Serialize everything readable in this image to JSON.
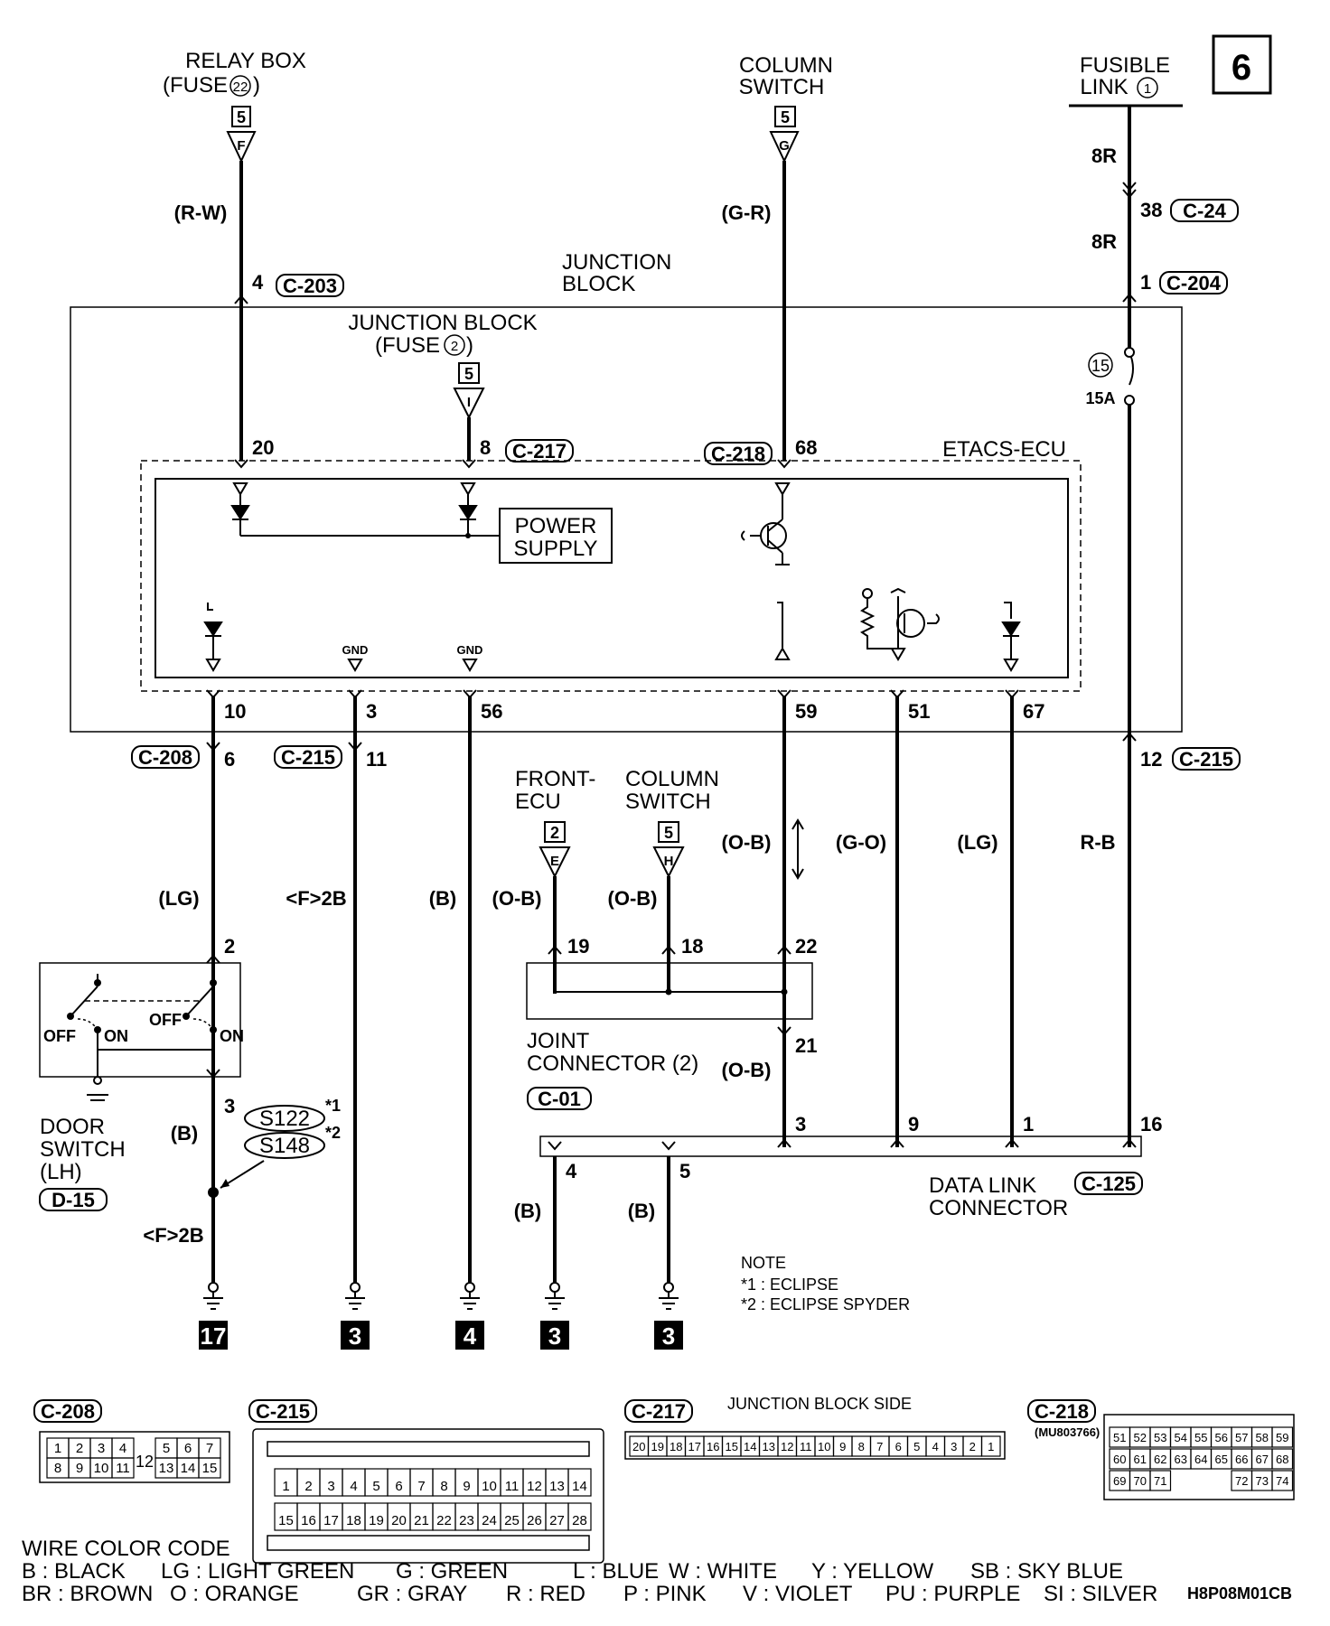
{
  "page_number": "6",
  "diagram_code": "H8P08M01CB",
  "sources": {
    "relay_box": {
      "title": "RELAY BOX",
      "sub": "(FUSE",
      "fuse": "22",
      "sub_end": ")",
      "box": "5",
      "arrow": "F"
    },
    "column_switch_top": {
      "line1": "COLUMN",
      "line2": "SWITCH",
      "box": "5",
      "arrow": "G"
    },
    "fusible_link": {
      "line1": "FUSIBLE",
      "line2": "LINK",
      "num": "1"
    },
    "junction_fuse": {
      "line1": "JUNCTION BLOCK",
      "line2": "(FUSE",
      "fuse": "2",
      "line2_end": ")",
      "box": "5",
      "arrow": "I"
    }
  },
  "wires": {
    "rw": "(R-W)",
    "gr": "(G-R)",
    "r8a": "8R",
    "r8b": "8R",
    "lg1": "(LG)",
    "f2b1": "<F>2B",
    "b1": "(B)",
    "ob1": "(O-B)",
    "ob2": "(O-B)",
    "ob3": "(O-B)",
    "go": "(G-O)",
    "lg2": "(LG)",
    "rb": "R-B",
    "b2": "(B)",
    "f2b2": "<F>2B",
    "ob4": "(O-B)",
    "b3": "(B)",
    "b4": "(B)"
  },
  "connectors": {
    "c24": "C-24",
    "c203": "C-203",
    "c204": "C-204",
    "c217": "C-217",
    "c218": "C-218",
    "c208": "C-208",
    "c215a": "C-215",
    "c215b": "C-215",
    "c01": "C-01",
    "c125": "C-125",
    "d15": "D-15"
  },
  "pins": {
    "p38": "38",
    "p4": "4",
    "p1": "1",
    "p20": "20",
    "p8": "8",
    "p68": "68",
    "p10": "10",
    "p3": "3",
    "p56": "56",
    "p59": "59",
    "p51": "51",
    "p67": "67",
    "p6": "6",
    "p11": "11",
    "p12": "12",
    "p2": "2",
    "p19": "19",
    "p18": "18",
    "p22": "22",
    "p21": "21",
    "p3b": "3",
    "dl3": "3",
    "dl9": "9",
    "dl1": "1",
    "dl16": "16",
    "dl4": "4",
    "dl5": "5"
  },
  "junction_block": {
    "line1": "JUNCTION",
    "line2": "BLOCK"
  },
  "fuse15": {
    "num": "15",
    "rating": "15A"
  },
  "etacs": {
    "title": "ETACS-ECU",
    "ps1": "POWER",
    "ps2": "SUPPLY",
    "gnd1": "GND",
    "gnd2": "GND"
  },
  "front_ecu": {
    "line1": "FRONT-",
    "line2": "ECU",
    "box": "2",
    "arrow": "E"
  },
  "column_switch_mid": {
    "line1": "COLUMN",
    "line2": "SWITCH",
    "box": "5",
    "arrow": "H"
  },
  "joint_connector": {
    "line1": "JOINT",
    "line2": "CONNECTOR (2)"
  },
  "data_link": {
    "line1": "DATA LINK",
    "line2": "CONNECTOR"
  },
  "door_switch": {
    "l1": "DOOR",
    "l2": "SWITCH",
    "l3": "(LH)",
    "off1": "OFF",
    "on1": "ON",
    "off2": "OFF",
    "on2": "ON"
  },
  "splices": {
    "s122": "S122",
    "s148": "S148",
    "m1": "*1",
    "m2": "*2"
  },
  "grounds": [
    "17",
    "3",
    "4",
    "3",
    "3"
  ],
  "note": {
    "title": "NOTE",
    "l1": "*1 : ECLIPSE",
    "l2": "*2 : ECLIPSE SPYDER"
  },
  "faces": {
    "c208_label": "C-208",
    "c208_top": [
      "1",
      "2",
      "3",
      "4",
      "",
      "5",
      "6",
      "7"
    ],
    "c208_mid": "12",
    "c208_bottom": [
      "8",
      "9",
      "10",
      "11",
      "",
      "13",
      "14",
      "15"
    ],
    "c215_label": "C-215",
    "c215_top": [
      "1",
      "2",
      "3",
      "4",
      "5",
      "6",
      "7",
      "8",
      "9",
      "10",
      "11",
      "12",
      "13",
      "14"
    ],
    "c215_bottom": [
      "15",
      "16",
      "17",
      "18",
      "19",
      "20",
      "21",
      "22",
      "23",
      "24",
      "25",
      "26",
      "27",
      "28"
    ],
    "c217_label": "C-217",
    "c217_side": "JUNCTION BLOCK SIDE",
    "c217_pins": [
      "20",
      "19",
      "18",
      "17",
      "16",
      "15",
      "14",
      "13",
      "12",
      "11",
      "10",
      "9",
      "8",
      "7",
      "6",
      "5",
      "4",
      "3",
      "2",
      "1"
    ],
    "c218_label": "C-218",
    "c218_part": "(MU803766)",
    "c218_r1": [
      "51",
      "52",
      "53",
      "54",
      "55",
      "56",
      "57",
      "58",
      "59"
    ],
    "c218_r2": [
      "60",
      "61",
      "62",
      "63",
      "64",
      "65",
      "66",
      "67",
      "68"
    ],
    "c218_r3": [
      "69",
      "70",
      "71",
      "",
      "",
      "",
      "72",
      "73",
      "74"
    ]
  },
  "legend": {
    "title": "WIRE COLOR CODE",
    "row1": [
      "B : BLACK",
      "LG : LIGHT GREEN",
      "G : GREEN",
      "L : BLUE",
      "W : WHITE",
      "Y : YELLOW",
      "SB : SKY BLUE"
    ],
    "row2": [
      "BR : BROWN",
      "O : ORANGE",
      "GR : GRAY",
      "R : RED",
      "P : PINK",
      "V : VIOLET",
      "PU : PURPLE",
      "SI : SILVER"
    ]
  }
}
